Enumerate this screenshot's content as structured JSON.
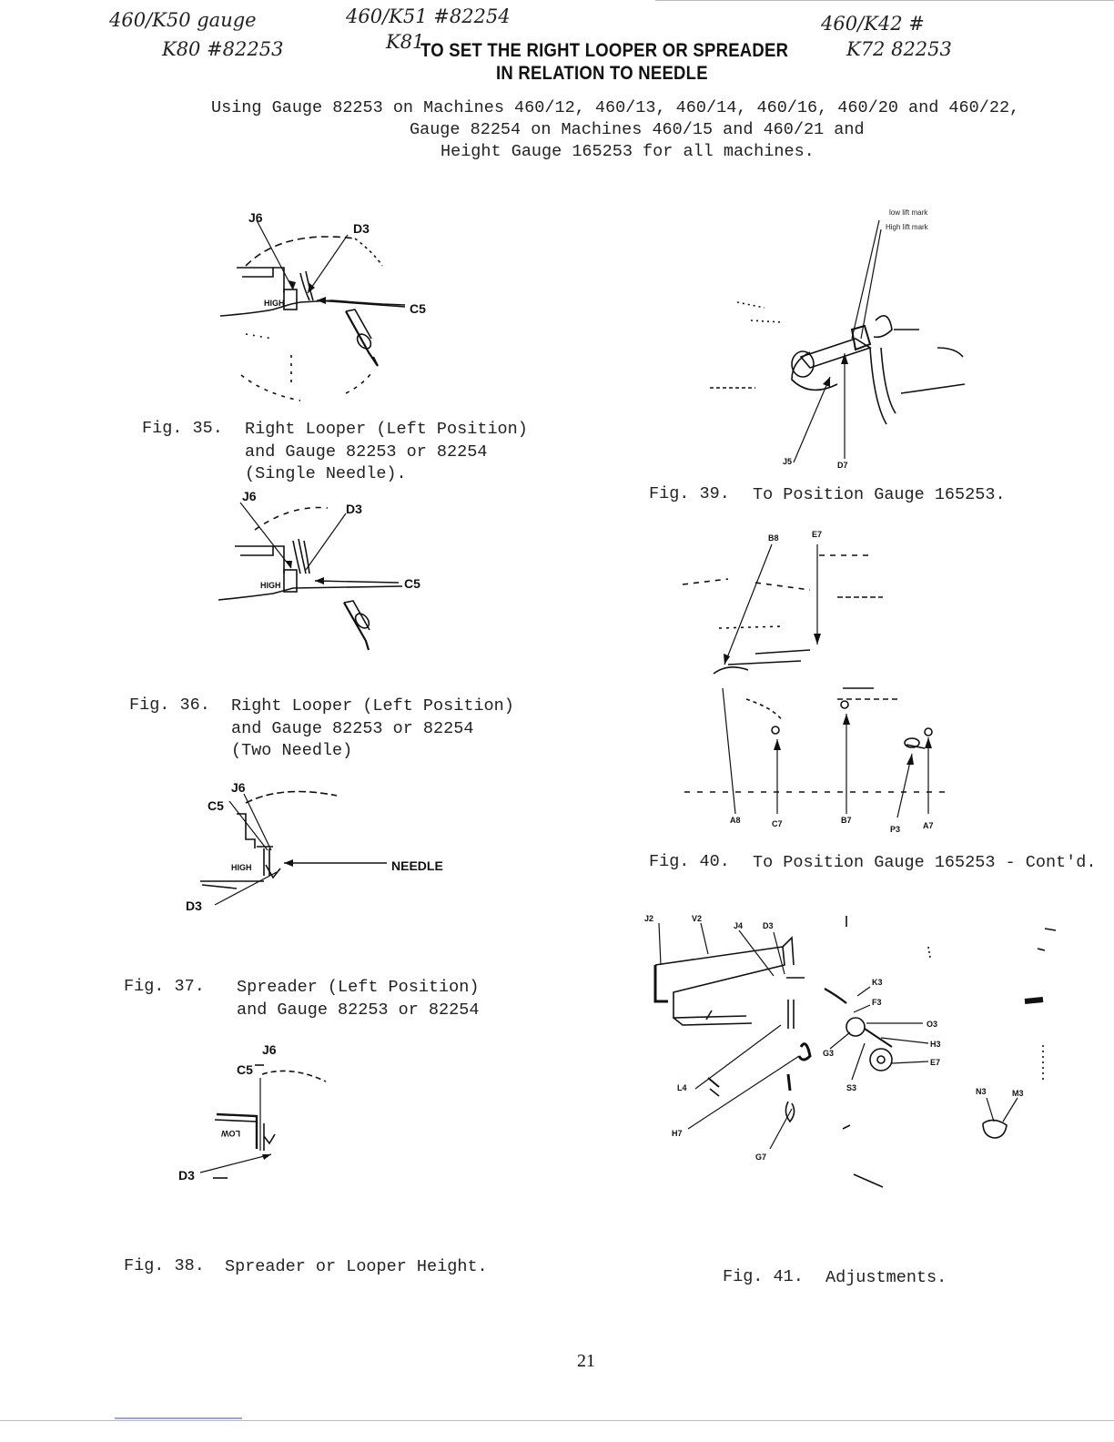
{
  "handwritten": {
    "top_left_1": "460/K50 gauge",
    "top_left_2": "K80 #82253",
    "top_center": "460/K51 #82254",
    "top_center_2": "K81",
    "top_right_1": "460/K42 #",
    "top_right_2": "K72 82253"
  },
  "title": {
    "line1": "TO SET THE RIGHT LOOPER OR SPREADER",
    "line2": "IN RELATION TO NEEDLE"
  },
  "intro": {
    "line1": "Using Gauge 82253 on Machines 460/12, 460/13, 460/14, 460/16, 460/20 and 460/22,",
    "line2": "Gauge 82254 on Machines 460/15 and 460/21 and",
    "line3": "Height Gauge 165253 for all machines."
  },
  "figures": {
    "fig35": {
      "number": "Fig. 35.",
      "caption": [
        "Right Looper (Left Position)",
        "and Gauge 82253 or 82254",
        "(Single Needle)."
      ],
      "labels": {
        "j6": "J6",
        "d3": "D3",
        "c5": "C5",
        "high": "HIGH"
      }
    },
    "fig36": {
      "number": "Fig. 36.",
      "caption": [
        "Right Looper (Left Position)",
        "and Gauge 82253 or 82254",
        "(Two Needle)"
      ],
      "labels": {
        "j6": "J6",
        "d3": "D3",
        "c5": "C5",
        "high": "HIGH"
      }
    },
    "fig37": {
      "number": "Fig. 37.",
      "caption": [
        "Spreader (Left Position)",
        "and Gauge 82253 or 82254"
      ],
      "labels": {
        "j6": "J6",
        "c5": "C5",
        "needle": "NEEDLE",
        "d3": "D3",
        "high": "HIGH"
      }
    },
    "fig38": {
      "number": "Fig. 38.",
      "caption": [
        "Spreader or Looper Height."
      ],
      "labels": {
        "j6": "J6",
        "c5": "C5",
        "d3": "D3",
        "low": "LOW"
      }
    },
    "fig39": {
      "number": "Fig. 39.",
      "caption": [
        "To Position Gauge 165253."
      ],
      "labels": {
        "low_lift": "low lift mark",
        "high_lift": "High lift mark",
        "j5": "J5",
        "d7": "D7"
      }
    },
    "fig40": {
      "number": "Fig. 40.",
      "caption": [
        "To Position Gauge 165253 - Cont'd."
      ],
      "labels": {
        "b8": "B8",
        "e7": "E7",
        "a8": "A8",
        "c7": "C7",
        "b7": "B7",
        "p3": "P3",
        "a7": "A7"
      }
    },
    "fig41": {
      "number": "Fig. 41.",
      "caption": [
        "Adjustments."
      ],
      "labels": {
        "j2": "J2",
        "v2": "V2",
        "j4": "J4",
        "d3": "D3",
        "k3": "K3",
        "f3": "F3",
        "o3": "O3",
        "h3": "H3",
        "e7": "E7",
        "g3": "G3",
        "s3": "S3",
        "l4": "L4",
        "h7": "H7",
        "g7": "G7",
        "n3": "N3",
        "m3": "M3"
      }
    }
  },
  "page_number": "21"
}
